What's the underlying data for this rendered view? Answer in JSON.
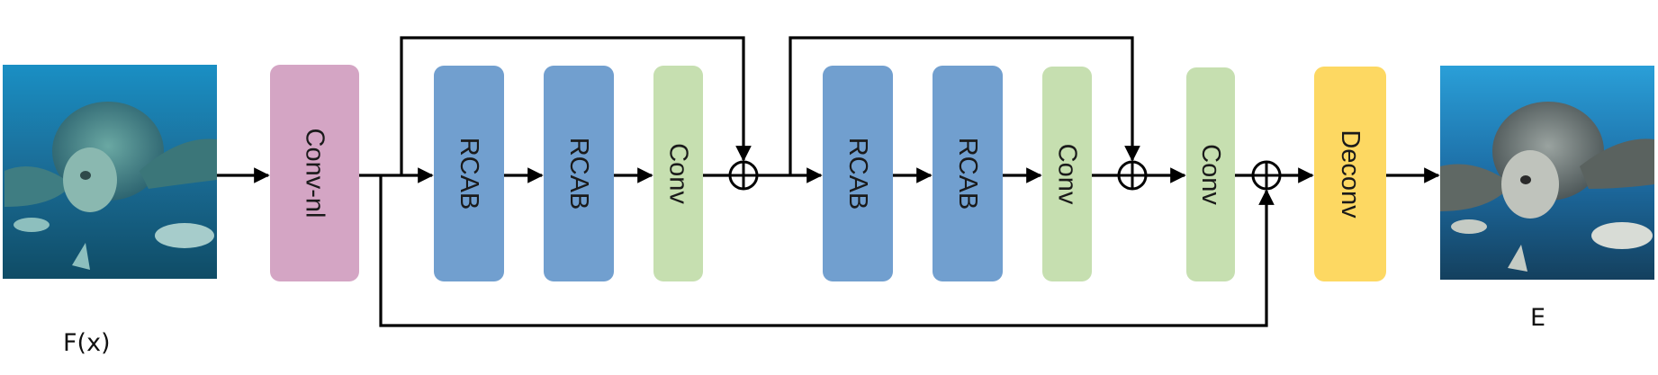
{
  "diagram": {
    "input": {
      "label": "F(x)",
      "image": "underwater-sea-turtle-with-fish (hazy, low-contrast)"
    },
    "output": {
      "label": "E",
      "image": "underwater-sea-turtle-with-fish (enhanced)"
    },
    "blocks": [
      {
        "id": "conv-nl",
        "label": "Conv-nl",
        "type": "conv-nl",
        "color": "#d4a5c4"
      },
      {
        "id": "rcab-1",
        "label": "RCAB",
        "type": "rcab",
        "color": "#719fcf"
      },
      {
        "id": "rcab-2",
        "label": "RCAB",
        "type": "rcab",
        "color": "#719fcf"
      },
      {
        "id": "conv-1",
        "label": "Conv",
        "type": "conv",
        "color": "#c6dfb0"
      },
      {
        "id": "rcab-3",
        "label": "RCAB",
        "type": "rcab",
        "color": "#719fcf"
      },
      {
        "id": "rcab-4",
        "label": "RCAB",
        "type": "rcab",
        "color": "#719fcf"
      },
      {
        "id": "conv-2",
        "label": "Conv",
        "type": "conv",
        "color": "#c6dfb0"
      },
      {
        "id": "conv-3",
        "label": "Conv",
        "type": "conv",
        "color": "#c6dfb0"
      },
      {
        "id": "deconv",
        "label": "Deconv",
        "type": "deconv",
        "color": "#fdd862"
      }
    ],
    "sum_nodes": [
      {
        "id": "sum-1",
        "symbol": "⊕"
      },
      {
        "id": "sum-2",
        "symbol": "⊕"
      },
      {
        "id": "sum-3",
        "symbol": "⊕"
      }
    ],
    "edges": [
      {
        "from": "input",
        "to": "conv-nl"
      },
      {
        "from": "conv-nl",
        "to": "rcab-1"
      },
      {
        "from": "rcab-1",
        "to": "rcab-2"
      },
      {
        "from": "rcab-2",
        "to": "conv-1"
      },
      {
        "from": "conv-1",
        "to": "sum-1"
      },
      {
        "from": "conv-nl",
        "to": "sum-1",
        "kind": "skip"
      },
      {
        "from": "sum-1",
        "to": "rcab-3"
      },
      {
        "from": "rcab-3",
        "to": "rcab-4"
      },
      {
        "from": "rcab-4",
        "to": "conv-2"
      },
      {
        "from": "conv-2",
        "to": "sum-2"
      },
      {
        "from": "sum-1",
        "to": "sum-2",
        "kind": "skip"
      },
      {
        "from": "sum-2",
        "to": "conv-3"
      },
      {
        "from": "conv-3",
        "to": "sum-3"
      },
      {
        "from": "conv-nl",
        "to": "sum-3",
        "kind": "long-skip"
      },
      {
        "from": "sum-3",
        "to": "deconv"
      },
      {
        "from": "deconv",
        "to": "output"
      }
    ],
    "colors": {
      "line": "#000000",
      "water-light": "#2aa9d6",
      "water-dark": "#0d4a6b"
    }
  }
}
